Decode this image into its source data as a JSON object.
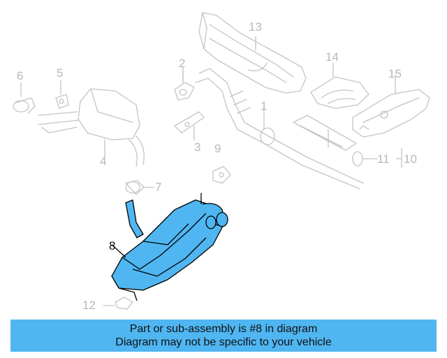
{
  "callouts": [
    "13",
    "14",
    "15",
    "6",
    "5",
    "2",
    "1",
    "4",
    "3",
    "9",
    "11",
    "10",
    "7",
    "8",
    "12"
  ],
  "highlighted_callout": "8",
  "banner": {
    "line1": "Part or sub-assembly is #8 in diagram",
    "line2": "Diagram may not be specific to your vehicle"
  },
  "colors": {
    "highlight_fill": "#4fb6f2",
    "banner_bg": "#4fb6f2",
    "ghost_line": "#c4c4c4",
    "part_outline": "#000000"
  }
}
